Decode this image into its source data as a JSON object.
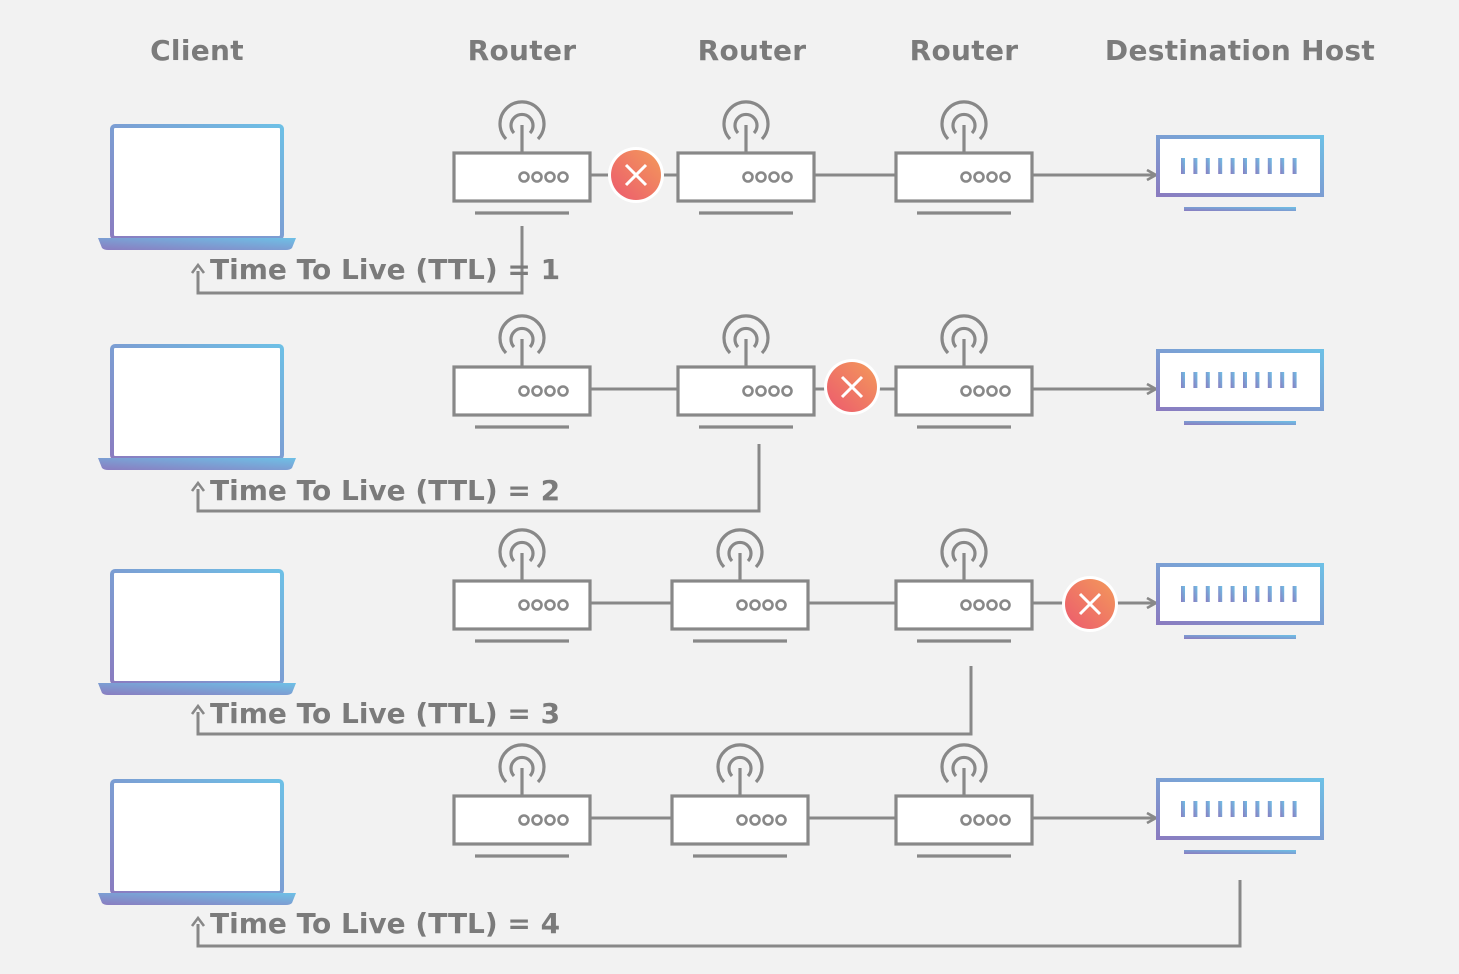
{
  "headers": {
    "client": "Client",
    "router_1": "Router",
    "router_2": "Router",
    "router_3": "Router",
    "destination": "Destination Host"
  },
  "ttl_labels": [
    "Time To Live (TTL) = 1",
    "Time To Live (TTL) = 2",
    "Time To Live (TTL) = 3",
    "Time To Live (TTL) = 4"
  ],
  "rows": [
    {
      "ttl": 1,
      "dropped_after_hops": 1,
      "reply_from": "router-1"
    },
    {
      "ttl": 2,
      "dropped_after_hops": 2,
      "reply_from": "router-2"
    },
    {
      "ttl": 3,
      "dropped_after_hops": 3,
      "reply_from": "router-3"
    },
    {
      "ttl": 4,
      "dropped_after_hops": null,
      "reply_from": "destination-host"
    }
  ],
  "colors": {
    "background": "#f2f2f2",
    "line": "#888888",
    "text": "#7b7b7b",
    "device_gradient_start": "#8a7cc0",
    "device_gradient_end": "#6ec0e6",
    "drop_gradient_start": "#ec5a6e",
    "drop_gradient_end": "#f39a5a"
  },
  "icons": [
    "laptop-icon",
    "router-icon",
    "server-icon",
    "drop-x-icon"
  ]
}
